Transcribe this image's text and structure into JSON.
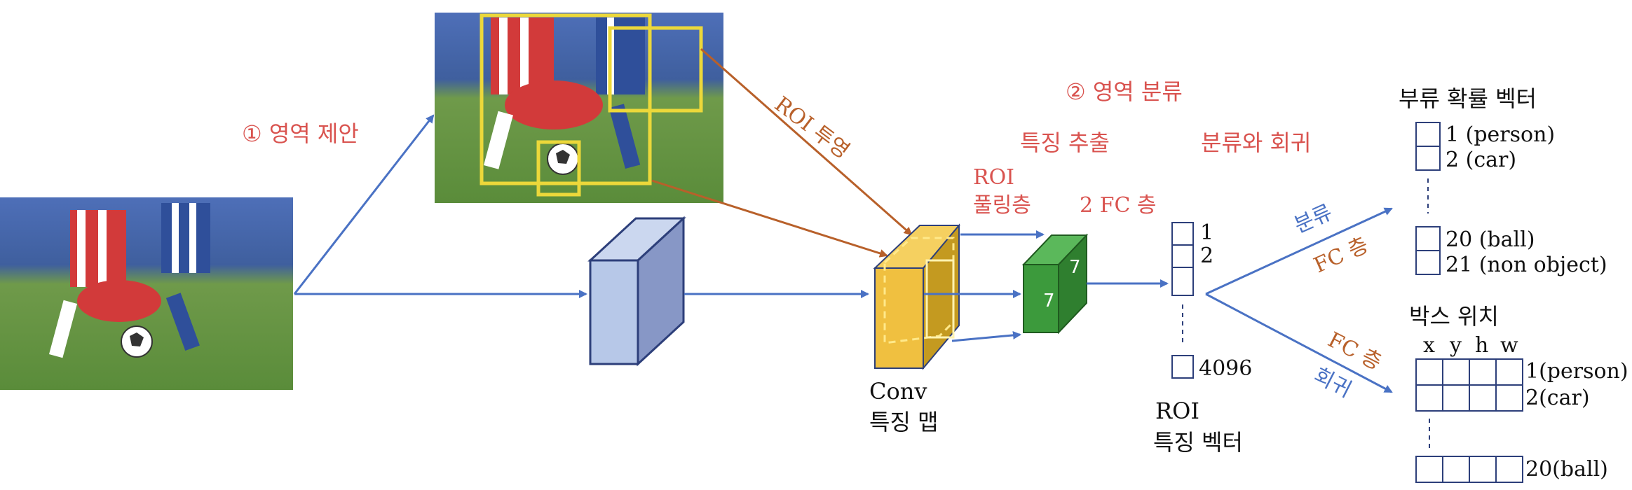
{
  "steps": {
    "proposal": "① 영역 제안",
    "classification": "② 영역 분류"
  },
  "roi_projection": "ROI 투영",
  "roi_pooling": [
    "ROI",
    "풀링층"
  ],
  "feature_extraction": "특징 추출",
  "classification_regression": "분류와 회귀",
  "fc2": "2 FC 층",
  "pool_size": [
    "7",
    "7"
  ],
  "conv_map": [
    "Conv",
    "특징 맵"
  ],
  "roi_vector": {
    "entries": [
      "1",
      "2",
      "4096"
    ],
    "label": [
      "ROI",
      "특징 벡터"
    ]
  },
  "branch_cls": [
    "분류",
    "FC 층"
  ],
  "branch_reg": [
    "FC 층",
    "회귀"
  ],
  "class_prob": {
    "title": "부류 확률 벡터",
    "entries": [
      "1 (person)",
      "2 (car)",
      "20 (ball)",
      "21 (non object)"
    ]
  },
  "box_pos": {
    "title": "박스 위치",
    "cols": [
      "x",
      "y",
      "h",
      "w"
    ],
    "rows": [
      "1(person)",
      "2(car)",
      "20(ball)"
    ]
  },
  "colors": {
    "red_label": "#d9534f",
    "blue_arrow": "#4a72c4",
    "brown_arrow": "#b8602a",
    "yellow_box": "#ecd83a",
    "conv_fill": "#f0c040",
    "cube_fill": "#b7c8e8",
    "green_fill": "#3c9a3c"
  }
}
